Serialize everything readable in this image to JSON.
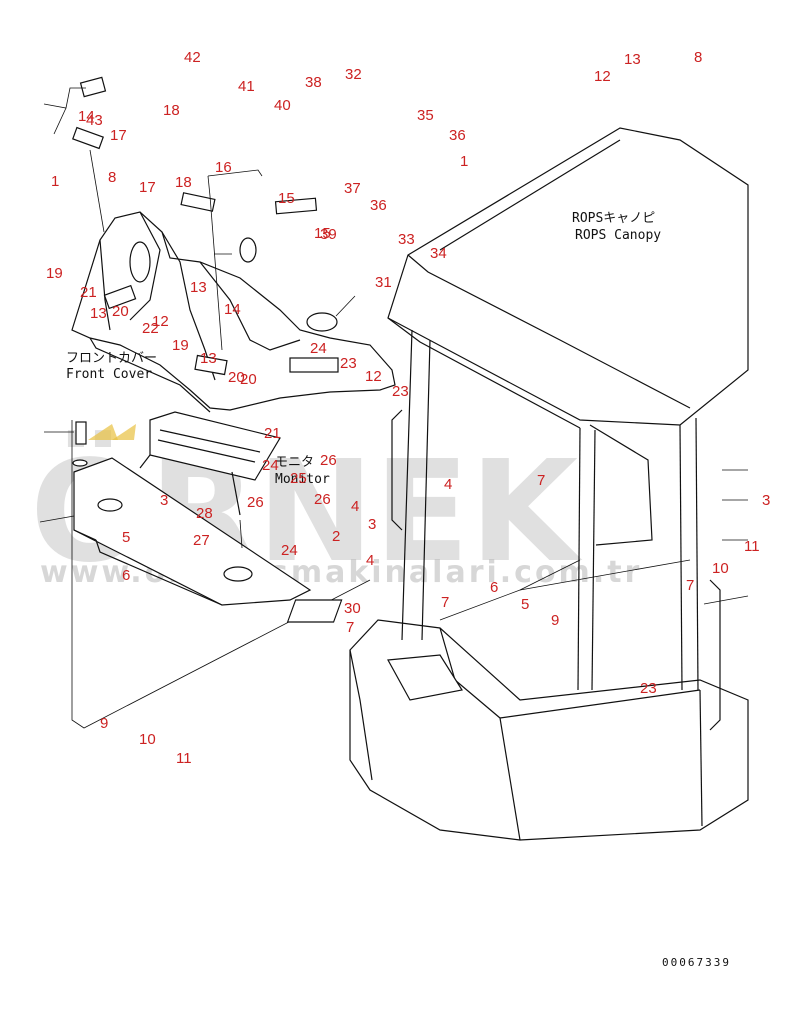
{
  "watermark": {
    "brand": "ÖRNEK",
    "url": "www.ornekismakinalari.com.tr"
  },
  "labels": {
    "front_cover_jp": "フロントカバー",
    "front_cover_en": "Front Cover",
    "rops_jp": "ROPSキャノピ",
    "rops_en": "ROPS Canopy",
    "monitor_jp": "モニタ",
    "monitor_en": "Monitor"
  },
  "drawing_code": "00067339",
  "callouts": [
    "42",
    "41",
    "40",
    "38",
    "32",
    "13",
    "8",
    "12",
    "18",
    "14",
    "43",
    "17",
    "35",
    "36",
    "1",
    "8",
    "17",
    "18",
    "16",
    "15",
    "37",
    "36",
    "1",
    "15",
    "39",
    "33",
    "34",
    "19",
    "31",
    "21",
    "13",
    "13",
    "14",
    "20",
    "22",
    "12",
    "19",
    "24",
    "13",
    "23",
    "12",
    "20",
    "20",
    "23",
    "21",
    "24",
    "26",
    "25",
    "4",
    "7",
    "3",
    "3",
    "28",
    "26",
    "26",
    "4",
    "27",
    "3",
    "5",
    "24",
    "2",
    "11",
    "6",
    "4",
    "10",
    "6",
    "5",
    "9",
    "7",
    "7",
    "30",
    "7",
    "23",
    "9",
    "10",
    "11"
  ],
  "colors": {
    "callout": "#cc2222",
    "line": "#111111",
    "watermark": "#c7c7c7",
    "accent": "#e8c040"
  }
}
